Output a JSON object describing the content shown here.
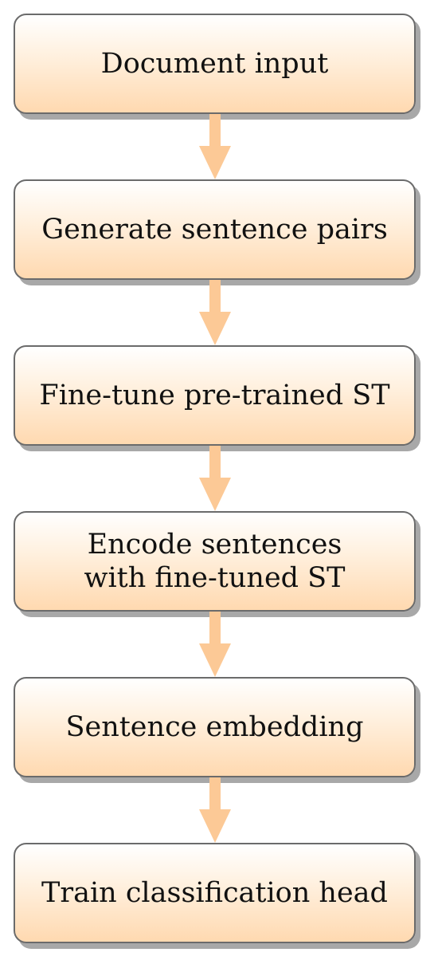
{
  "diagram": {
    "steps": [
      {
        "lines": [
          "Document input"
        ]
      },
      {
        "lines": [
          "Generate sentence pairs"
        ]
      },
      {
        "lines": [
          "Fine-tune pre-trained ST"
        ]
      },
      {
        "lines": [
          "Encode sentences",
          "with fine-tuned ST"
        ]
      },
      {
        "lines": [
          "Sentence embedding"
        ]
      },
      {
        "lines": [
          "Train classification head"
        ]
      }
    ],
    "colors": {
      "box_border": "#6b6b6b",
      "box_fill_top": "#ffffff",
      "box_fill_bottom": "#ffd9b0",
      "box_shadow": "#a8a8a8",
      "arrow": "#fcc996",
      "text": "#111111"
    }
  }
}
